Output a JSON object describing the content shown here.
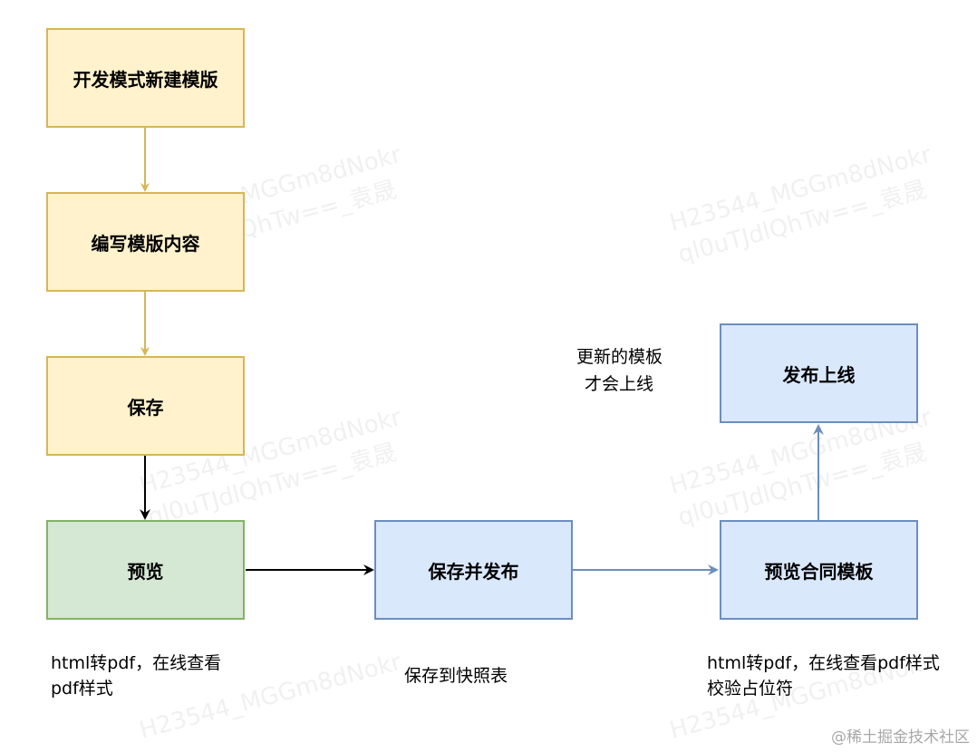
{
  "nodes": {
    "create_template": "开发模式新建模版",
    "write_content": "编写模版内容",
    "save": "保存",
    "preview": "预览",
    "save_publish": "保存并发布",
    "preview_contract": "预览合同模板",
    "publish_online": "发布上线"
  },
  "notes": {
    "preview_note_line1": "html转pdf，在线查看",
    "preview_note_line2": "pdf样式",
    "save_publish_note": "保存到快照表",
    "contract_note_line1": "html转pdf，在线查看pdf样式",
    "contract_note_line2": "校验占位符",
    "publish_note_line1": "更新的模板",
    "publish_note_line2": "才会上线"
  },
  "watermark": {
    "line1": "H23544_MGGm8dNokr",
    "line2": "ql0uTJdlQhTw==_袁晟"
  },
  "brand": "@稀土掘金技术社区",
  "colors": {
    "yellow_fill": "#fff2cc",
    "yellow_stroke": "#d6b656",
    "green_fill": "#d5e8d4",
    "green_stroke": "#82b366",
    "blue_fill": "#dae8fc",
    "blue_stroke": "#6c8ebf",
    "black_edge": "#000000"
  }
}
